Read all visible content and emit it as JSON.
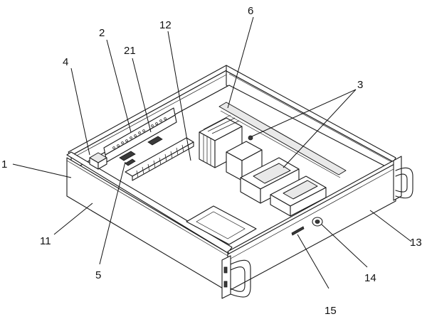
{
  "diagram": {
    "labels": [
      {
        "id": "1",
        "text": "1"
      },
      {
        "id": "2",
        "text": "2"
      },
      {
        "id": "21",
        "text": "21"
      },
      {
        "id": "4",
        "text": "4"
      },
      {
        "id": "12",
        "text": "12"
      },
      {
        "id": "6",
        "text": "6"
      },
      {
        "id": "3",
        "text": "3"
      },
      {
        "id": "11",
        "text": "11"
      },
      {
        "id": "5",
        "text": "5"
      },
      {
        "id": "13",
        "text": "13"
      },
      {
        "id": "14",
        "text": "14"
      },
      {
        "id": "15",
        "text": "15"
      }
    ]
  }
}
